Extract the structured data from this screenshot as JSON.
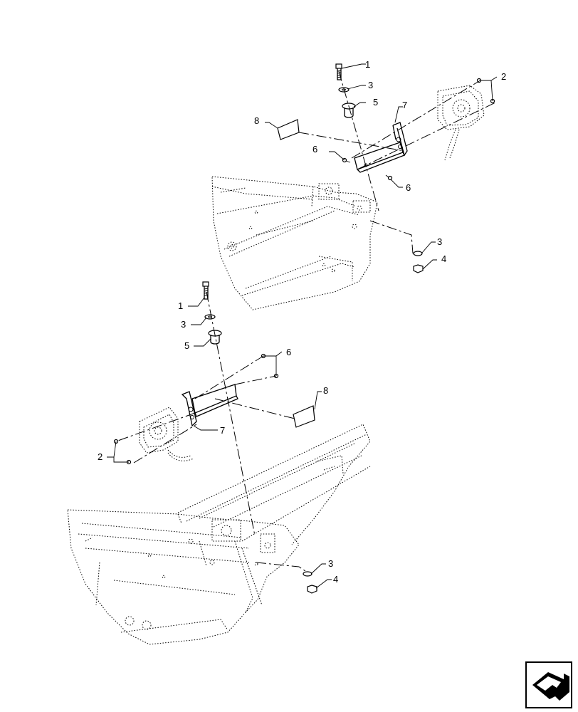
{
  "callouts": {
    "upper": {
      "c1": "1",
      "c2": "2",
      "c3a": "3",
      "c5": "5",
      "c7": "7",
      "c8": "8",
      "c6a": "6",
      "c6b": "6",
      "c3b": "3",
      "c4": "4"
    },
    "lower": {
      "c1": "1",
      "c3a": "3",
      "c5": "5",
      "c6": "6",
      "c8": "8",
      "c7": "7",
      "c2": "2",
      "c3b": "3",
      "c4": "4"
    }
  },
  "nav_icon": "next-page-arrow-icon"
}
